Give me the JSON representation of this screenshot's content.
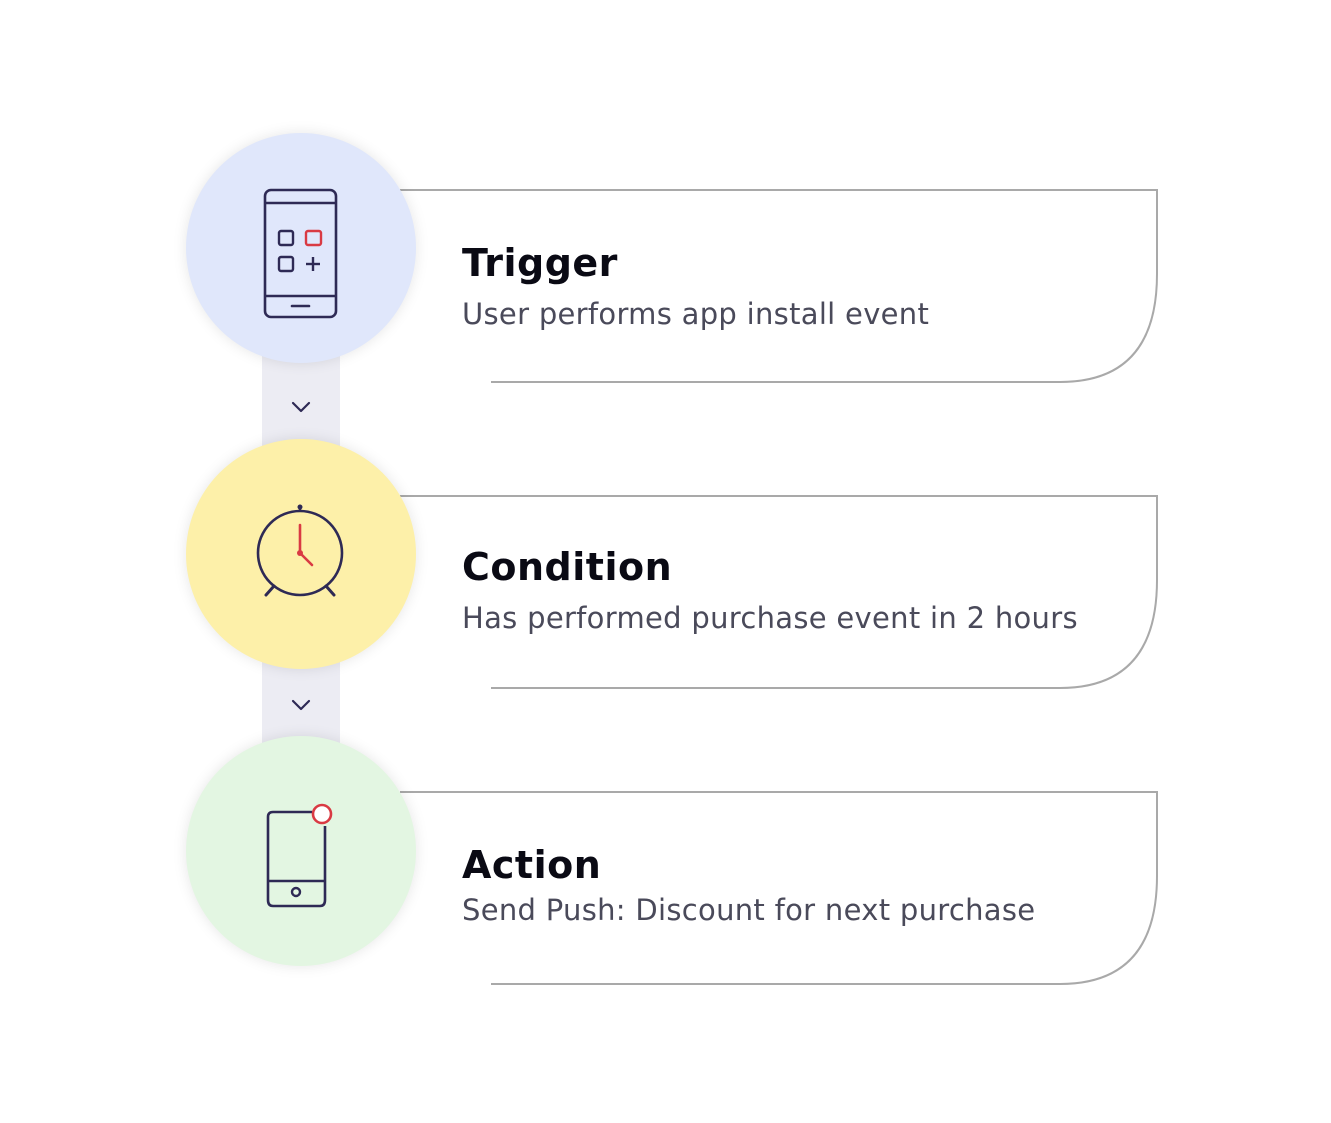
{
  "steps": [
    {
      "title": "Trigger",
      "description": "User performs app install event",
      "icon": "phone-apps-icon",
      "circle_color": "#e0e7fb"
    },
    {
      "title": "Condition",
      "description": "Has performed purchase event in 2 hours",
      "icon": "alarm-clock-icon",
      "circle_color": "#fdf0a9"
    },
    {
      "title": "Action",
      "description": "Send Push: Discount for next purchase",
      "icon": "phone-notification-icon",
      "circle_color": "#e3f6e2"
    }
  ],
  "colors": {
    "icon_stroke": "#2e2a55",
    "icon_accent": "#d93a43",
    "card_border": "#a9a9a9",
    "connector": "#ececf3"
  },
  "connector_icon": "chevron-down-icon"
}
